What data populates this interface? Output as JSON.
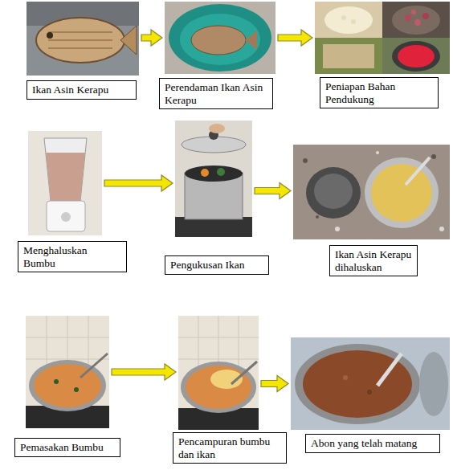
{
  "diagram": {
    "nodes": [
      {
        "text": [
          "Ikan Asin Kerapu"
        ]
      },
      {
        "text": [
          "Perendaman Ikan Asin Kerapu"
        ]
      },
      {
        "text": [
          "Peniapan Bahan Pendukung"
        ]
      },
      {
        "text": [
          "Menghaluskan Bumbu"
        ]
      },
      {
        "text": [
          "Pengukusan Ikan"
        ]
      },
      {
        "text": [
          "Ikan Asin Kerapu dihaluskan"
        ]
      },
      {
        "text": [
          "Pemasakan Bumbu"
        ]
      },
      {
        "text": [
          "Pencampuran bumbu dan ikan"
        ]
      },
      {
        "text": [
          "Abon yang telah matang"
        ]
      }
    ],
    "edges": [
      {
        "from": 0,
        "to": 1,
        "arrow": "to"
      },
      {
        "from": 1,
        "to": 2,
        "arrow": "to"
      },
      {
        "from": 3,
        "to": 4,
        "arrow": "to"
      },
      {
        "from": 4,
        "to": 5,
        "arrow": "to"
      },
      {
        "from": 6,
        "to": 7,
        "arrow": "to"
      },
      {
        "from": 7,
        "to": 8,
        "arrow": "to"
      }
    ]
  }
}
